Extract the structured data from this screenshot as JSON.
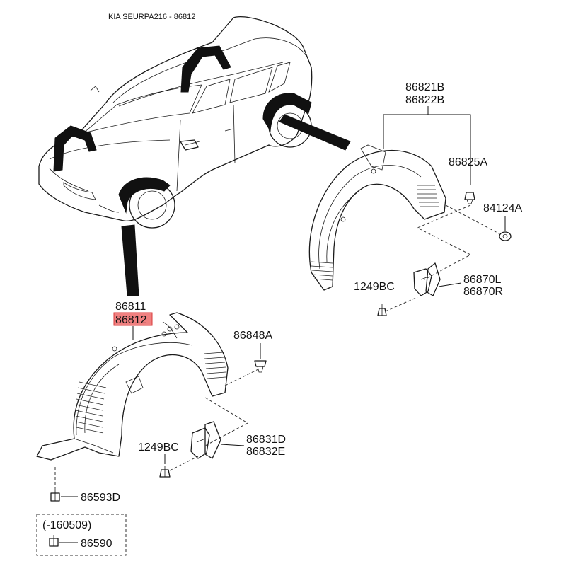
{
  "header": {
    "title": "KIA SEURPA216 - 86812"
  },
  "colors": {
    "highlight": "#f08080",
    "line": "#1a1a1a"
  },
  "callouts": {
    "p86821B": "86821B",
    "p86822B": "86822B",
    "p86825A": "86825A",
    "p84124A": "84124A",
    "p1249BC_rear": "1249BC",
    "p86870L": "86870L",
    "p86870R": "86870R",
    "p86811": "86811",
    "p86812": "86812",
    "p86848A": "86848A",
    "p1249BC_front": "1249BC",
    "p86831D": "86831D",
    "p86832E": "86832E",
    "p86593D": "86593D",
    "p86590": "86590"
  },
  "note_box": {
    "period": "(-160509)"
  }
}
